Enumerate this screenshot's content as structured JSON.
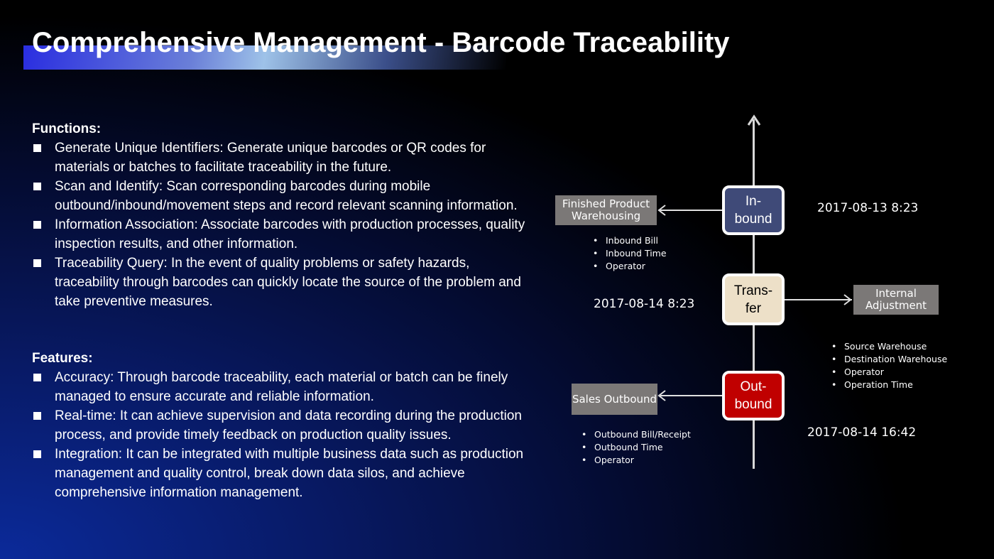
{
  "title": "Comprehensive Management - Barcode Traceability",
  "functions": {
    "heading": "Functions:",
    "items": [
      "Generate Unique Identifiers: Generate unique barcodes or QR codes for materials or batches to facilitate traceability in the future.",
      "Scan and Identify: Scan corresponding barcodes during mobile outbound/inbound/movement steps and record relevant scanning information.",
      "Information Association: Associate barcodes with production processes, quality inspection results, and other information.",
      "Traceability Query: In the event of quality problems or safety hazards, traceability through barcodes can quickly locate the source of the problem and take preventive measures."
    ]
  },
  "features": {
    "heading": "Features:",
    "items": [
      "Accuracy: Through barcode traceability, each material or batch can be finely managed to ensure accurate and reliable information.",
      "Real-time: It can achieve supervision and data recording during the production process, and provide timely feedback on production quality issues.",
      "Integration: It can be integrated with multiple business data such as production management and quality control, break down data silos, and achieve comprehensive information management."
    ]
  },
  "diagram": {
    "inbound": {
      "label": "In-\nbound",
      "color": "#3f4a78",
      "target": "Finished Product Warehousing",
      "date": "2017-08-13 8:23",
      "details": [
        "Inbound Bill",
        "Inbound Time",
        "Operator"
      ]
    },
    "transfer": {
      "label": "Trans-\nfer",
      "color": "#ede0c8",
      "target": "Internal Adjustment",
      "date": "2017-08-14 8:23",
      "details": [
        "Source Warehouse",
        "Destination Warehouse",
        "Operator",
        "Operation Time"
      ]
    },
    "outbound": {
      "label": "Out-\nbound",
      "color": "#c00000",
      "target": "Sales Outbound",
      "date": "2017-08-14 16:42",
      "details": [
        "Outbound Bill/Receipt",
        "Outbound Time",
        "Operator"
      ]
    }
  }
}
